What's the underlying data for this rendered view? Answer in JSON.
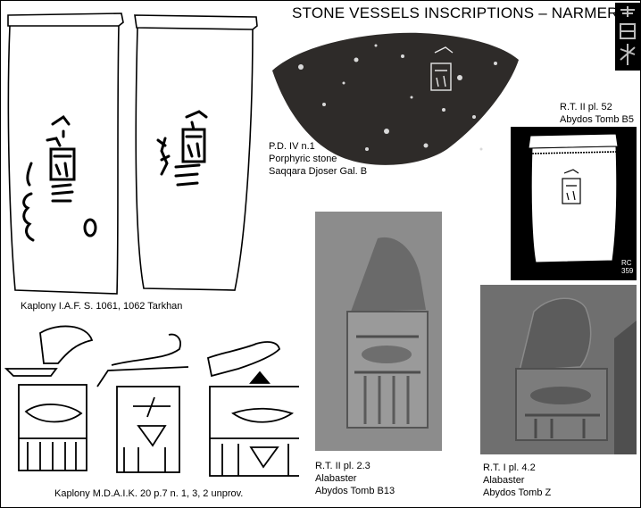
{
  "title": "STONE VESSELS INSCRIPTIONS – NARMER",
  "captions": {
    "kaplony_iafs": "Kaplony I.A.F. S. 1061, 1062   Tarkhan",
    "kaplony_mdaik": "Kaplony M.D.A.I.K. 20 p.7  n. 1, 3, 2   unprov.",
    "pd_iv": {
      "ref": "P.D. IV n.1",
      "material": "Porphyric stone",
      "provenance": "Saqqara Djoser Gal. B"
    },
    "rt_ii_52": {
      "ref": "R.T. II pl. 52",
      "provenance": "Abydos Tomb B5"
    },
    "rt_ii_23": {
      "ref": "R.T. II pl. 2.3",
      "material": "Alabaster",
      "provenance": "Abydos Tomb B13"
    },
    "rt_i_42": {
      "ref": "R.T. I pl. 4.2",
      "material": "Alabaster",
      "provenance": "Abydos Tomb Z"
    },
    "drawing_number": "RC 359"
  },
  "colors": {
    "background": "#ffffff",
    "ink": "#000000",
    "stone": "#2e2b29",
    "photo": "#7a7a7a"
  },
  "icons": {
    "corner_logo": "serekh-logo-icon"
  }
}
